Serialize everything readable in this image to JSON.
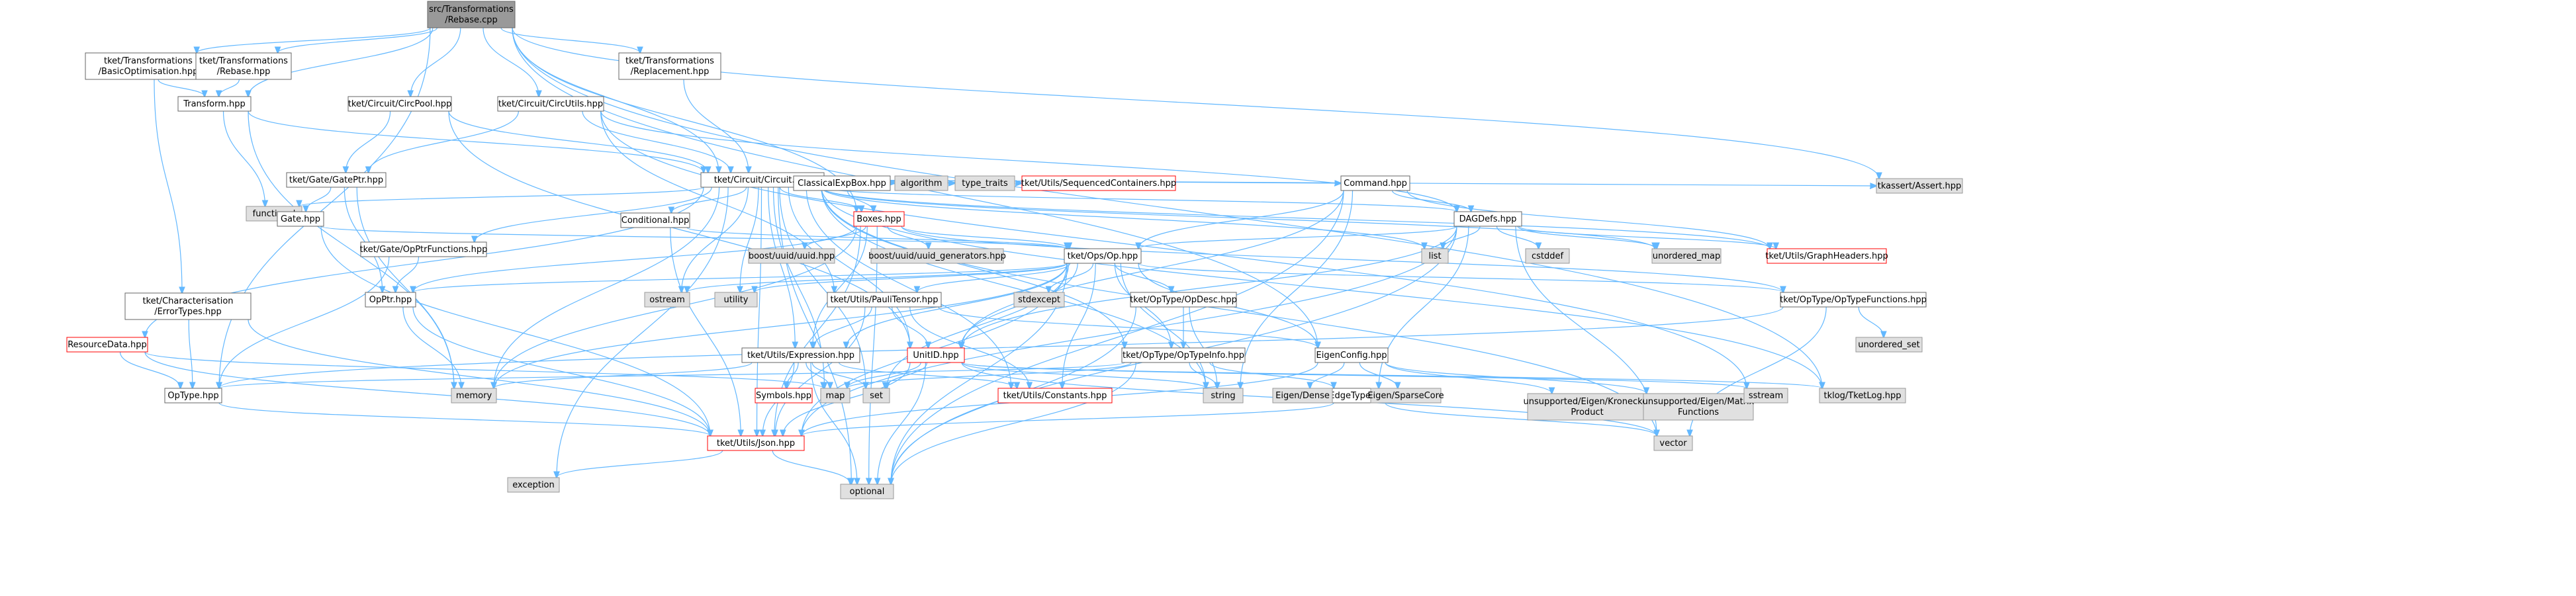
{
  "graph": {
    "colors": {
      "root_fill": "#999999",
      "root_stroke": "#666666",
      "file_fill": "#ffffff",
      "file_stroke": "#666666",
      "system_fill": "#e0e0e0",
      "system_stroke": "#999999",
      "truncated_stroke": "#ff0000",
      "edge": "#63b8ff"
    },
    "nodes": [
      {
        "id": "root",
        "lines": [
          "src/Transformations",
          "/Rebase.cpp"
        ],
        "kind": "root"
      },
      {
        "id": "basicopt",
        "lines": [
          "tket/Transformations",
          "/BasicOptimisation.hpp"
        ],
        "kind": "file"
      },
      {
        "id": "rebase_hpp",
        "lines": [
          "tket/Transformations",
          "/Rebase.hpp"
        ],
        "kind": "file"
      },
      {
        "id": "transform",
        "lines": [
          "Transform.hpp"
        ],
        "kind": "file"
      },
      {
        "id": "circpool",
        "lines": [
          "tket/Circuit/CircPool.hpp"
        ],
        "kind": "file"
      },
      {
        "id": "circutils",
        "lines": [
          "tket/Circuit/CircUtils.hpp"
        ],
        "kind": "file"
      },
      {
        "id": "replacement",
        "lines": [
          "tket/Transformations",
          "/Replacement.hpp"
        ],
        "kind": "file"
      },
      {
        "id": "circuit",
        "lines": [
          "tket/Circuit/Circuit.hpp"
        ],
        "kind": "file"
      },
      {
        "id": "gateptr",
        "lines": [
          "tket/Gate/GatePtr.hpp"
        ],
        "kind": "file"
      },
      {
        "id": "functional",
        "lines": [
          "functional"
        ],
        "kind": "system"
      },
      {
        "id": "gate",
        "lines": [
          "Gate.hpp"
        ],
        "kind": "file"
      },
      {
        "id": "classicalexpbox",
        "lines": [
          "ClassicalExpBox.hpp"
        ],
        "kind": "file"
      },
      {
        "id": "algorithm",
        "lines": [
          "algorithm"
        ],
        "kind": "system"
      },
      {
        "id": "type_traits",
        "lines": [
          "type_traits"
        ],
        "kind": "system"
      },
      {
        "id": "seqcontainers",
        "lines": [
          "tket/Utils/SequencedContainers.hpp"
        ],
        "kind": "truncated"
      },
      {
        "id": "command",
        "lines": [
          "Command.hpp"
        ],
        "kind": "file"
      },
      {
        "id": "tkassert",
        "lines": [
          "tkassert/Assert.hpp"
        ],
        "kind": "system"
      },
      {
        "id": "boxes",
        "lines": [
          "Boxes.hpp"
        ],
        "kind": "truncated"
      },
      {
        "id": "conditional",
        "lines": [
          "Conditional.hpp"
        ],
        "kind": "file"
      },
      {
        "id": "dagdefs",
        "lines": [
          "DAGDefs.hpp"
        ],
        "kind": "file"
      },
      {
        "id": "gateptrfunctions",
        "lines": [
          "tket/Gate/OpPtrFunctions.hpp"
        ],
        "kind": "file"
      },
      {
        "id": "op",
        "lines": [
          "tket/Ops/Op.hpp"
        ],
        "kind": "file"
      },
      {
        "id": "boost_uuid",
        "lines": [
          "boost/uuid/uuid.hpp"
        ],
        "kind": "system"
      },
      {
        "id": "boost_uuid_gen",
        "lines": [
          "boost/uuid/uuid_generators.hpp"
        ],
        "kind": "system"
      },
      {
        "id": "list",
        "lines": [
          "list"
        ],
        "kind": "system"
      },
      {
        "id": "cstddef",
        "lines": [
          "cstddef"
        ],
        "kind": "system"
      },
      {
        "id": "unordered_map",
        "lines": [
          "unordered_map"
        ],
        "kind": "system"
      },
      {
        "id": "graphheaders",
        "lines": [
          "tket/Utils/GraphHeaders.hpp"
        ],
        "kind": "truncated"
      },
      {
        "id": "errortypes",
        "lines": [
          "tket/Characterisation",
          "/ErrorTypes.hpp"
        ],
        "kind": "file"
      },
      {
        "id": "opptr",
        "lines": [
          "OpPtr.hpp"
        ],
        "kind": "file"
      },
      {
        "id": "ostream",
        "lines": [
          "ostream"
        ],
        "kind": "system"
      },
      {
        "id": "utility",
        "lines": [
          "utility"
        ],
        "kind": "system"
      },
      {
        "id": "paulitensor",
        "lines": [
          "tket/Utils/PauliTensor.hpp"
        ],
        "kind": "file"
      },
      {
        "id": "stdexcept",
        "lines": [
          "stdexcept"
        ],
        "kind": "system"
      },
      {
        "id": "opdesc",
        "lines": [
          "tket/OpType/OpDesc.hpp"
        ],
        "kind": "file"
      },
      {
        "id": "optypefunctions",
        "lines": [
          "tket/OpType/OpTypeFunctions.hpp"
        ],
        "kind": "file"
      },
      {
        "id": "unordered_set",
        "lines": [
          "unordered_set"
        ],
        "kind": "system"
      },
      {
        "id": "resourcedata",
        "lines": [
          "ResourceData.hpp"
        ],
        "kind": "truncated"
      },
      {
        "id": "expression",
        "lines": [
          "tket/Utils/Expression.hpp"
        ],
        "kind": "file"
      },
      {
        "id": "unitid",
        "lines": [
          "UnitID.hpp"
        ],
        "kind": "truncated"
      },
      {
        "id": "optypeinfo",
        "lines": [
          "tket/OpType/OpTypeInfo.hpp"
        ],
        "kind": "file"
      },
      {
        "id": "eigenconfig",
        "lines": [
          "EigenConfig.hpp"
        ],
        "kind": "file"
      },
      {
        "id": "optype",
        "lines": [
          "OpType.hpp"
        ],
        "kind": "file"
      },
      {
        "id": "memory",
        "lines": [
          "memory"
        ],
        "kind": "system"
      },
      {
        "id": "map",
        "lines": [
          "map"
        ],
        "kind": "system"
      },
      {
        "id": "set",
        "lines": [
          "set"
        ],
        "kind": "system"
      },
      {
        "id": "symbols",
        "lines": [
          "Symbols.hpp"
        ],
        "kind": "truncated"
      },
      {
        "id": "constants",
        "lines": [
          "tket/Utils/Constants.hpp"
        ],
        "kind": "truncated"
      },
      {
        "id": "string",
        "lines": [
          "string"
        ],
        "kind": "system"
      },
      {
        "id": "edgetype",
        "lines": [
          "EdgeType.hpp"
        ],
        "kind": "file"
      },
      {
        "id": "eigen_dense",
        "lines": [
          "Eigen/Dense"
        ],
        "kind": "system"
      },
      {
        "id": "eigen_sparse",
        "lines": [
          "Eigen/SparseCore"
        ],
        "kind": "system"
      },
      {
        "id": "eigen_kron",
        "lines": [
          "unsupported/Eigen/Kronecker",
          "Product"
        ],
        "kind": "system"
      },
      {
        "id": "eigen_matfun",
        "lines": [
          "unsupported/Eigen/Matrix",
          "Functions"
        ],
        "kind": "system"
      },
      {
        "id": "sstream",
        "lines": [
          "sstream"
        ],
        "kind": "system"
      },
      {
        "id": "tklog",
        "lines": [
          "tklog/TketLog.hpp"
        ],
        "kind": "system"
      },
      {
        "id": "json",
        "lines": [
          "tket/Utils/Json.hpp"
        ],
        "kind": "truncated"
      },
      {
        "id": "vector",
        "lines": [
          "vector"
        ],
        "kind": "system"
      },
      {
        "id": "exception",
        "lines": [
          "exception"
        ],
        "kind": "system"
      },
      {
        "id": "optional",
        "lines": [
          "optional"
        ],
        "kind": "system"
      }
    ],
    "edges": [
      [
        "root",
        "basicopt"
      ],
      [
        "root",
        "rebase_hpp"
      ],
      [
        "root",
        "transform"
      ],
      [
        "root",
        "circpool"
      ],
      [
        "root",
        "circutils"
      ],
      [
        "root",
        "replacement"
      ],
      [
        "root",
        "circuit"
      ],
      [
        "root",
        "boxes"
      ],
      [
        "root",
        "tkassert"
      ],
      [
        "root",
        "optype"
      ],
      [
        "root",
        "tklog"
      ],
      [
        "root",
        "eigenconfig"
      ],
      [
        "basicopt",
        "transform"
      ],
      [
        "basicopt",
        "errortypes"
      ],
      [
        "rebase_hpp",
        "transform"
      ],
      [
        "transform",
        "circuit"
      ],
      [
        "transform",
        "functional"
      ],
      [
        "transform",
        "memory"
      ],
      [
        "circpool",
        "circuit"
      ],
      [
        "circpool",
        "gateptr"
      ],
      [
        "circpool",
        "unitid"
      ],
      [
        "circutils",
        "circuit"
      ],
      [
        "circutils",
        "gateptr"
      ],
      [
        "circutils",
        "paulitensor"
      ],
      [
        "circutils",
        "dagdefs"
      ],
      [
        "circutils",
        "sstream"
      ],
      [
        "replacement",
        "circuit"
      ],
      [
        "circuit",
        "functional"
      ],
      [
        "circuit",
        "algorithm"
      ],
      [
        "circuit",
        "type_traits"
      ],
      [
        "circuit",
        "seqcontainers"
      ],
      [
        "circuit",
        "command"
      ],
      [
        "circuit",
        "tkassert"
      ],
      [
        "circuit",
        "classicalexpbox"
      ],
      [
        "circuit",
        "boxes"
      ],
      [
        "circuit",
        "conditional"
      ],
      [
        "circuit",
        "dagdefs"
      ],
      [
        "circuit",
        "gateptrfunctions"
      ],
      [
        "circuit",
        "resourcedata"
      ],
      [
        "circuit",
        "list"
      ],
      [
        "circuit",
        "unordered_map"
      ],
      [
        "circuit",
        "graphheaders"
      ],
      [
        "circuit",
        "ostream"
      ],
      [
        "circuit",
        "utility"
      ],
      [
        "circuit",
        "expression"
      ],
      [
        "circuit",
        "unitid"
      ],
      [
        "circuit",
        "optypeinfo"
      ],
      [
        "circuit",
        "string"
      ],
      [
        "circuit",
        "json"
      ],
      [
        "circuit",
        "tklog"
      ],
      [
        "circuit",
        "vector"
      ],
      [
        "circuit",
        "optional"
      ],
      [
        "circuit",
        "exception"
      ],
      [
        "circuit",
        "memory"
      ],
      [
        "circuit",
        "map"
      ],
      [
        "circuit",
        "set"
      ],
      [
        "circuit",
        "constants"
      ],
      [
        "gateptr",
        "gate"
      ],
      [
        "gateptr",
        "opptr"
      ],
      [
        "gateptr",
        "memory"
      ],
      [
        "gate",
        "op"
      ],
      [
        "gate",
        "json"
      ],
      [
        "classicalexpbox",
        "boxes"
      ],
      [
        "command",
        "dagdefs"
      ],
      [
        "command",
        "op"
      ],
      [
        "command",
        "unitid"
      ],
      [
        "command",
        "string"
      ],
      [
        "command",
        "optional"
      ],
      [
        "command",
        "graphheaders"
      ],
      [
        "boxes",
        "op"
      ],
      [
        "boxes",
        "boost_uuid"
      ],
      [
        "boxes",
        "boost_uuid_gen"
      ],
      [
        "boxes",
        "opptr"
      ],
      [
        "boxes",
        "optypefunctions"
      ],
      [
        "boxes",
        "json"
      ],
      [
        "boxes",
        "memory"
      ],
      [
        "boxes",
        "optional"
      ],
      [
        "boxes",
        "expression"
      ],
      [
        "conditional",
        "op"
      ],
      [
        "conditional",
        "json"
      ],
      [
        "dagdefs",
        "op"
      ],
      [
        "dagdefs",
        "list"
      ],
      [
        "dagdefs",
        "cstddef"
      ],
      [
        "dagdefs",
        "unordered_map"
      ],
      [
        "dagdefs",
        "graphheaders"
      ],
      [
        "dagdefs",
        "edgetype"
      ],
      [
        "dagdefs",
        "unitid"
      ],
      [
        "dagdefs",
        "optional"
      ],
      [
        "dagdefs",
        "vector"
      ],
      [
        "dagdefs",
        "json"
      ],
      [
        "gateptrfunctions",
        "opptr"
      ],
      [
        "gateptrfunctions",
        "optype"
      ],
      [
        "op",
        "opptr"
      ],
      [
        "op",
        "ostream"
      ],
      [
        "op",
        "utility"
      ],
      [
        "op",
        "paulitensor"
      ],
      [
        "op",
        "stdexcept"
      ],
      [
        "op",
        "opdesc"
      ],
      [
        "op",
        "optypefunctions"
      ],
      [
        "op",
        "expression"
      ],
      [
        "op",
        "unitid"
      ],
      [
        "op",
        "optypeinfo"
      ],
      [
        "op",
        "eigenconfig"
      ],
      [
        "op",
        "constants"
      ],
      [
        "op",
        "json"
      ],
      [
        "op",
        "string"
      ],
      [
        "op",
        "optional"
      ],
      [
        "op",
        "memory"
      ],
      [
        "op",
        "set"
      ],
      [
        "errortypes",
        "optype"
      ],
      [
        "errortypes",
        "json"
      ],
      [
        "opptr",
        "memory"
      ],
      [
        "opptr",
        "json"
      ],
      [
        "paulitensor",
        "expression"
      ],
      [
        "paulitensor",
        "unitid"
      ],
      [
        "paulitensor",
        "eigenconfig"
      ],
      [
        "paulitensor",
        "constants"
      ],
      [
        "paulitensor",
        "json"
      ],
      [
        "opdesc",
        "optypeinfo"
      ],
      [
        "opdesc",
        "string"
      ],
      [
        "opdesc",
        "optional"
      ],
      [
        "optypefunctions",
        "optype"
      ],
      [
        "optypefunctions",
        "unordered_set"
      ],
      [
        "optypefunctions",
        "vector"
      ],
      [
        "resourcedata",
        "optype"
      ],
      [
        "resourcedata",
        "json"
      ],
      [
        "resourcedata",
        "map"
      ],
      [
        "expression",
        "symbols"
      ],
      [
        "expression",
        "constants"
      ],
      [
        "expression",
        "json"
      ],
      [
        "expression",
        "memory"
      ],
      [
        "expression",
        "map"
      ],
      [
        "expression",
        "set"
      ],
      [
        "expression",
        "optional"
      ],
      [
        "unitid",
        "map"
      ],
      [
        "unitid",
        "set"
      ],
      [
        "unitid",
        "string"
      ],
      [
        "unitid",
        "json"
      ],
      [
        "unitid",
        "vector"
      ],
      [
        "unitid",
        "optional"
      ],
      [
        "unitid",
        "sstream"
      ],
      [
        "unitid",
        "tklog"
      ],
      [
        "optypeinfo",
        "optype"
      ],
      [
        "optypeinfo",
        "map"
      ],
      [
        "optypeinfo",
        "string"
      ],
      [
        "optypeinfo",
        "optional"
      ],
      [
        "optypeinfo",
        "edgetype"
      ],
      [
        "eigenconfig",
        "eigen_dense"
      ],
      [
        "eigenconfig",
        "eigen_sparse"
      ],
      [
        "eigenconfig",
        "eigen_kron"
      ],
      [
        "eigenconfig",
        "eigen_matfun"
      ],
      [
        "eigenconfig",
        "json"
      ],
      [
        "optype",
        "json"
      ],
      [
        "edgetype",
        "json"
      ],
      [
        "edgetype",
        "vector"
      ],
      [
        "json",
        "optional"
      ],
      [
        "json",
        "exception"
      ]
    ]
  }
}
